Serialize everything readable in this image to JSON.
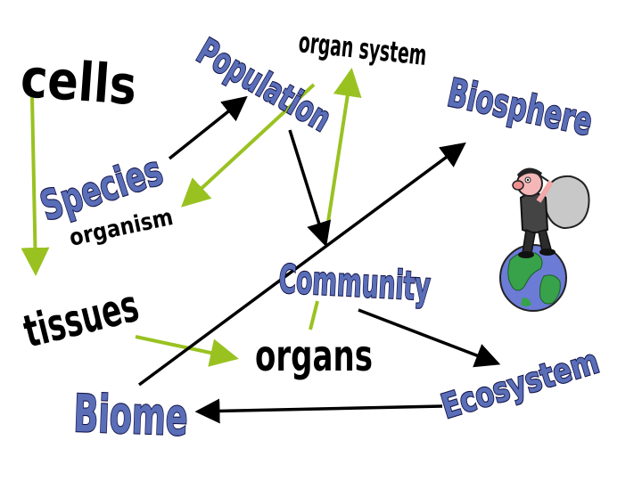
{
  "labels": {
    "cells": "cells",
    "population": "Population",
    "organ_system": "organ system",
    "biosphere": "Biosphere",
    "species": "Species",
    "organism": "organism",
    "community": "Community",
    "tissues": "tissues",
    "organs": "organs",
    "ecosystem": "Ecosystem",
    "biome": "Biome"
  },
  "colors": {
    "outline_text_fill": "#5a6eb8",
    "outline_text_stroke": "#15154a",
    "arrow_green": "#99c221",
    "arrow_black": "#000000",
    "globe_ocean": "#6c7bd6",
    "globe_land": "#37a24a"
  },
  "clipart": [
    "thief-icon",
    "globe-icon"
  ]
}
